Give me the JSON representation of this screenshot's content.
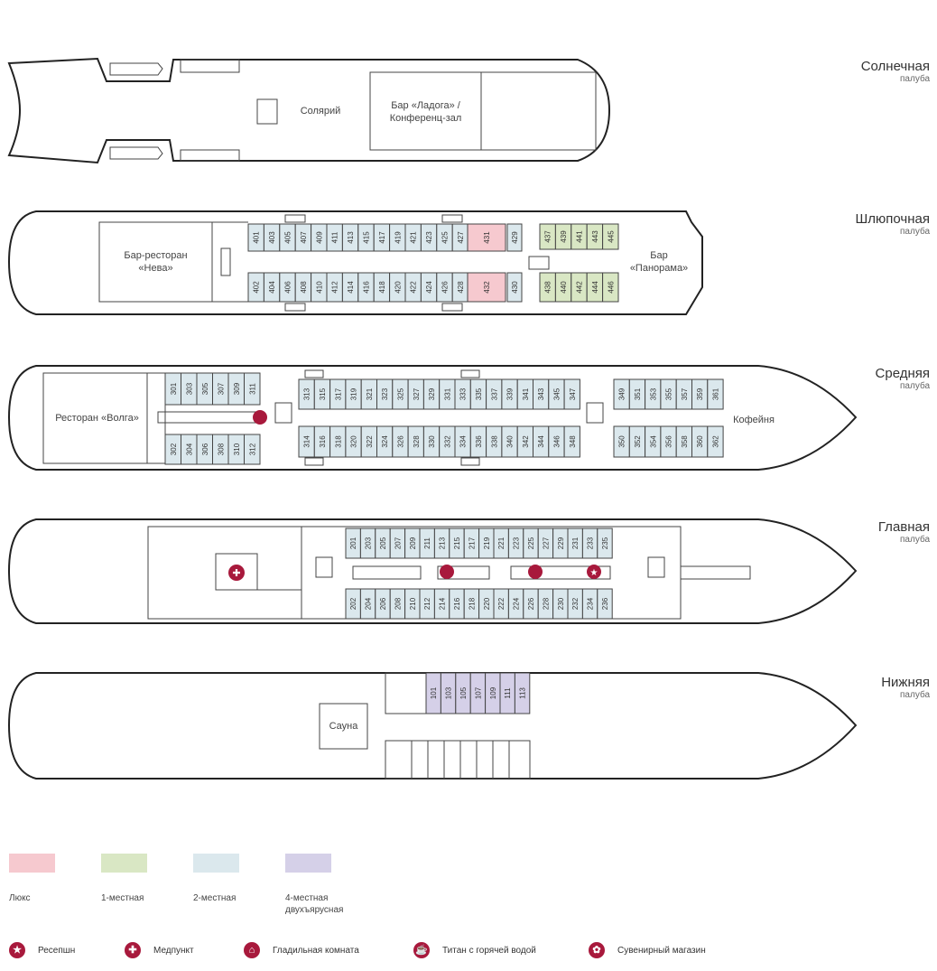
{
  "colors": {
    "lux": "#f6c9cf",
    "single": "#d9e7c4",
    "double": "#dbe8ed",
    "quad": "#d5d0e8",
    "accent": "#a8193c"
  },
  "decks": [
    {
      "name": "Солнечная",
      "sub": "палуба"
    },
    {
      "name": "Шлюпочная",
      "sub": "палуба"
    },
    {
      "name": "Средняя",
      "sub": "палуба"
    },
    {
      "name": "Главная",
      "sub": "палуба"
    },
    {
      "name": "Нижняя",
      "sub": "палуба"
    }
  ],
  "places": {
    "solarium": "Солярий",
    "bar_ladoga": "Бар «Ладога» /",
    "conf_hall": "Конференц-зал",
    "bar_neva_1": "Бар-ресторан",
    "bar_neva_2": "«Нева»",
    "bar_panorama_1": "Бар",
    "bar_panorama_2": "«Панорама»",
    "rest_volga": "Ресторан «Волга»",
    "coffee": "Кофейня",
    "sauna": "Сауна"
  },
  "legend": [
    {
      "label": "Люкс",
      "color": "#f6c9cf"
    },
    {
      "label": "1-местная",
      "color": "#d9e7c4"
    },
    {
      "label": "2-местная",
      "color": "#dbe8ed"
    },
    {
      "label": "4-местная",
      "label2": "двухъярусная",
      "color": "#d5d0e8"
    }
  ],
  "icons": [
    {
      "name": "reception-icon",
      "label": "Ресепшн",
      "glyph": "★"
    },
    {
      "name": "medical-icon",
      "label": "Медпункт",
      "glyph": "✚"
    },
    {
      "name": "iron-icon",
      "label": "Гладильная комната",
      "glyph": "⌂"
    },
    {
      "name": "boiler-icon",
      "label": "Титан с горячей водой",
      "glyph": "☕"
    },
    {
      "name": "gift-icon",
      "label": "Сувенирный магазин",
      "glyph": "✿"
    }
  ],
  "cabins": {
    "deck4_top_a": [
      "401",
      "403",
      "405",
      "407",
      "409",
      "411",
      "413",
      "415",
      "417",
      "419",
      "421",
      "423",
      "425",
      "427"
    ],
    "deck4_bot_a": [
      "402",
      "404",
      "406",
      "408",
      "410",
      "412",
      "414",
      "416",
      "418",
      "420",
      "422",
      "424",
      "426",
      "428"
    ],
    "deck4_lux": [
      "431",
      "432"
    ],
    "deck4_mid": [
      "429",
      "430"
    ],
    "deck4_top_single": [
      "437",
      "439",
      "441",
      "443",
      "445"
    ],
    "deck4_bot_single": [
      "438",
      "440",
      "442",
      "444",
      "446"
    ],
    "deck3_top_a": [
      "301",
      "303",
      "305",
      "307",
      "309",
      "311"
    ],
    "deck3_bot_a": [
      "302",
      "304",
      "306",
      "308",
      "310",
      "312"
    ],
    "deck3_top_b": [
      "313",
      "315",
      "317",
      "319",
      "321",
      "323",
      "325",
      "327",
      "329",
      "331",
      "333",
      "335",
      "337",
      "339",
      "341",
      "343",
      "345",
      "347"
    ],
    "deck3_bot_b": [
      "314",
      "316",
      "318",
      "320",
      "322",
      "324",
      "326",
      "328",
      "330",
      "332",
      "334",
      "336",
      "338",
      "340",
      "342",
      "344",
      "346",
      "348"
    ],
    "deck3_top_c": [
      "349",
      "351",
      "353",
      "355",
      "357",
      "359",
      "361"
    ],
    "deck3_bot_c": [
      "350",
      "352",
      "354",
      "356",
      "358",
      "360",
      "362"
    ],
    "deck2_top": [
      "201",
      "203",
      "205",
      "207",
      "209",
      "211",
      "213",
      "215",
      "217",
      "219",
      "221",
      "223",
      "225",
      "227",
      "229",
      "231",
      "233",
      "235"
    ],
    "deck2_bot": [
      "202",
      "204",
      "206",
      "208",
      "210",
      "212",
      "214",
      "216",
      "218",
      "220",
      "222",
      "224",
      "226",
      "228",
      "230",
      "232",
      "234",
      "236"
    ],
    "deck1": [
      "101",
      "103",
      "105",
      "107",
      "109",
      "111",
      "113"
    ]
  }
}
